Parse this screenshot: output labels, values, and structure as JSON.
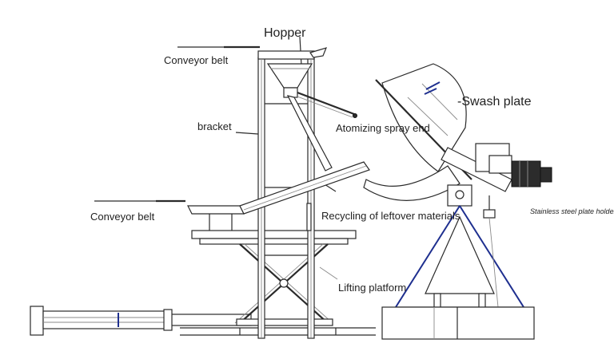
{
  "labels": {
    "hopper": "Hopper",
    "conveyor_belt_top": "Conveyor belt",
    "bracket": "bracket",
    "atomizing_spray_end": "Atomizing spray end",
    "swash_plate": "-Swash plate",
    "conveyor_belt_left": "Conveyor belt",
    "recycling": "Recycling of leftover materials",
    "stainless_holder": "Stainless steel plate holder",
    "lifting_platform": "Lifting platform"
  },
  "colors": {
    "line": "#2a2a2a",
    "accent_blue": "#1e2f8f",
    "background": "#ffffff"
  }
}
